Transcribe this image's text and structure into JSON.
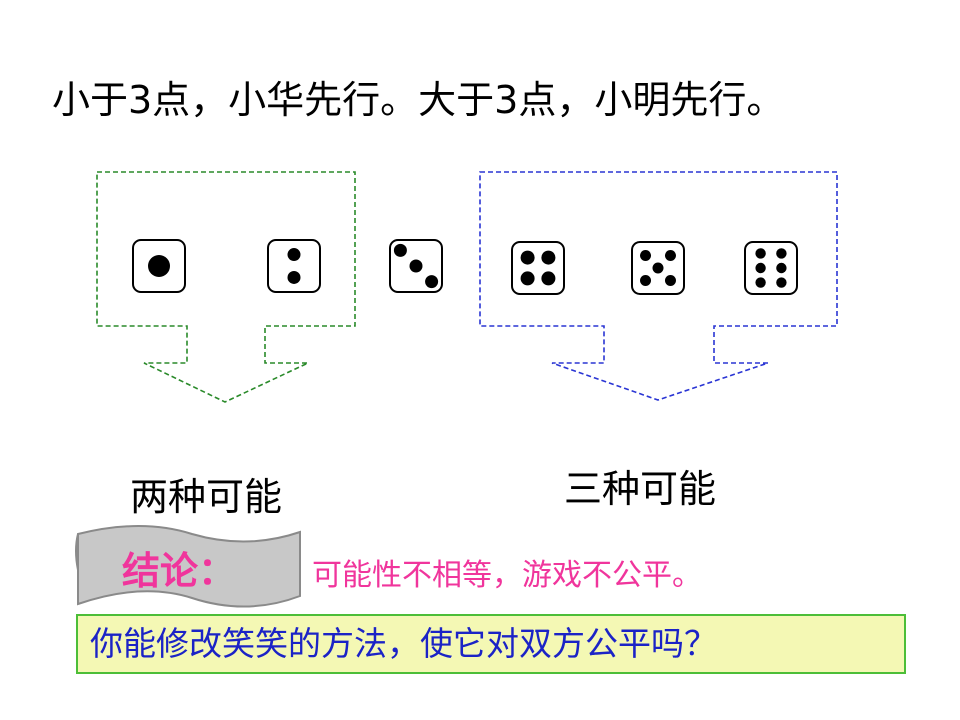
{
  "slide": {
    "title": "小于3点，小华先行。大于3点，小明先行。",
    "groups": [
      {
        "name": "less-than-three",
        "dice": [
          1,
          2
        ],
        "color": "#2a8a2a",
        "caption": "两种可能"
      },
      {
        "name": "middle",
        "dice": [
          3
        ],
        "color": "#000000",
        "caption": ""
      },
      {
        "name": "greater-than-three",
        "dice": [
          4,
          5,
          6
        ],
        "color": "#2a35d4",
        "caption": "三种可能"
      }
    ],
    "conclusion": {
      "label": "结论：",
      "text": "可能性不相等，游戏不公平。",
      "color": "#f0359c"
    },
    "question": {
      "text": "你能修改笑笑的方法，使它对双方公平吗？",
      "text_color": "#1b23c6",
      "background": "#f4f8b4",
      "border": "#4cbe38"
    }
  }
}
